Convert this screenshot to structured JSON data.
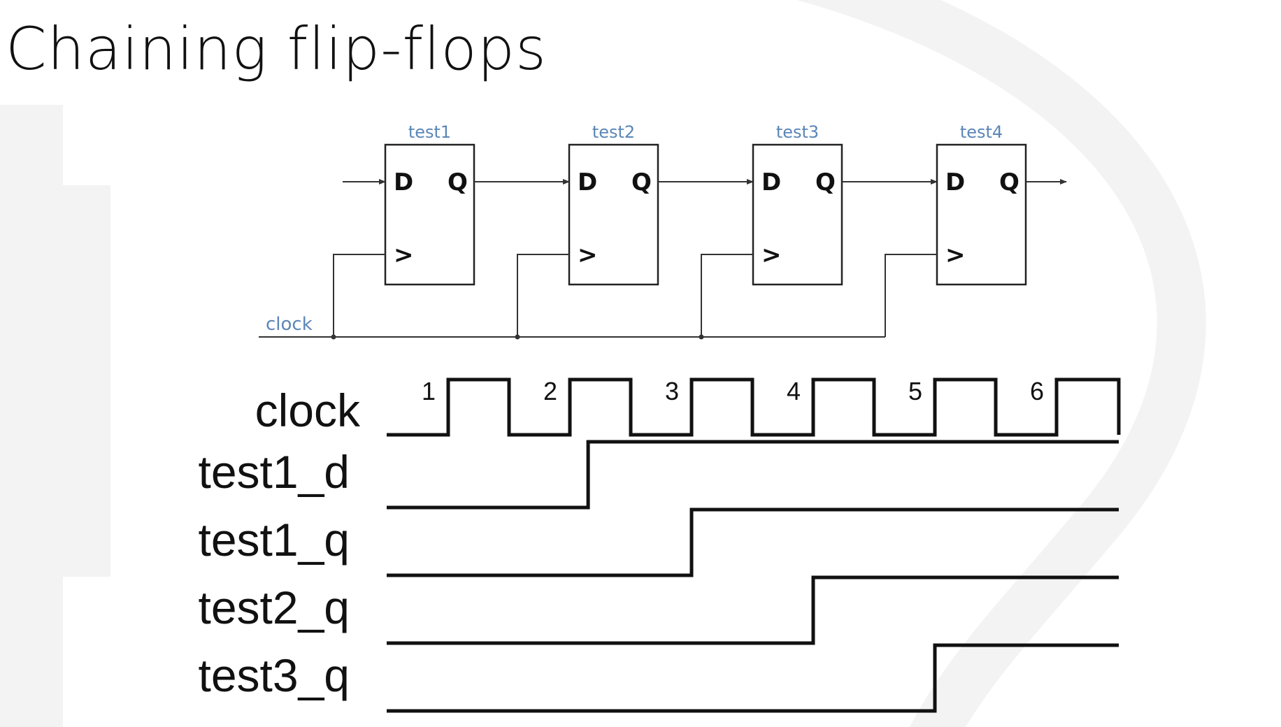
{
  "title": "Chaining flip-flops",
  "flipflops": [
    {
      "name": "test1",
      "d_label": "D",
      "q_label": "Q",
      "clk_label": ">"
    },
    {
      "name": "test2",
      "d_label": "D",
      "q_label": "Q",
      "clk_label": ">"
    },
    {
      "name": "test3",
      "d_label": "D",
      "q_label": "Q",
      "clk_label": ">"
    },
    {
      "name": "test4",
      "d_label": "D",
      "q_label": "Q",
      "clk_label": ">"
    }
  ],
  "clock_net_label": "clock",
  "timing": {
    "clock": {
      "name": "clock",
      "edge_labels": [
        "1",
        "2",
        "3",
        "4",
        "5",
        "6"
      ]
    },
    "signals": [
      {
        "name": "test1_d",
        "high_from": 1.15
      },
      {
        "name": "test1_q",
        "high_from": 2
      },
      {
        "name": "test2_q",
        "high_from": 3
      },
      {
        "name": "test3_q",
        "high_from": 4
      }
    ]
  }
}
